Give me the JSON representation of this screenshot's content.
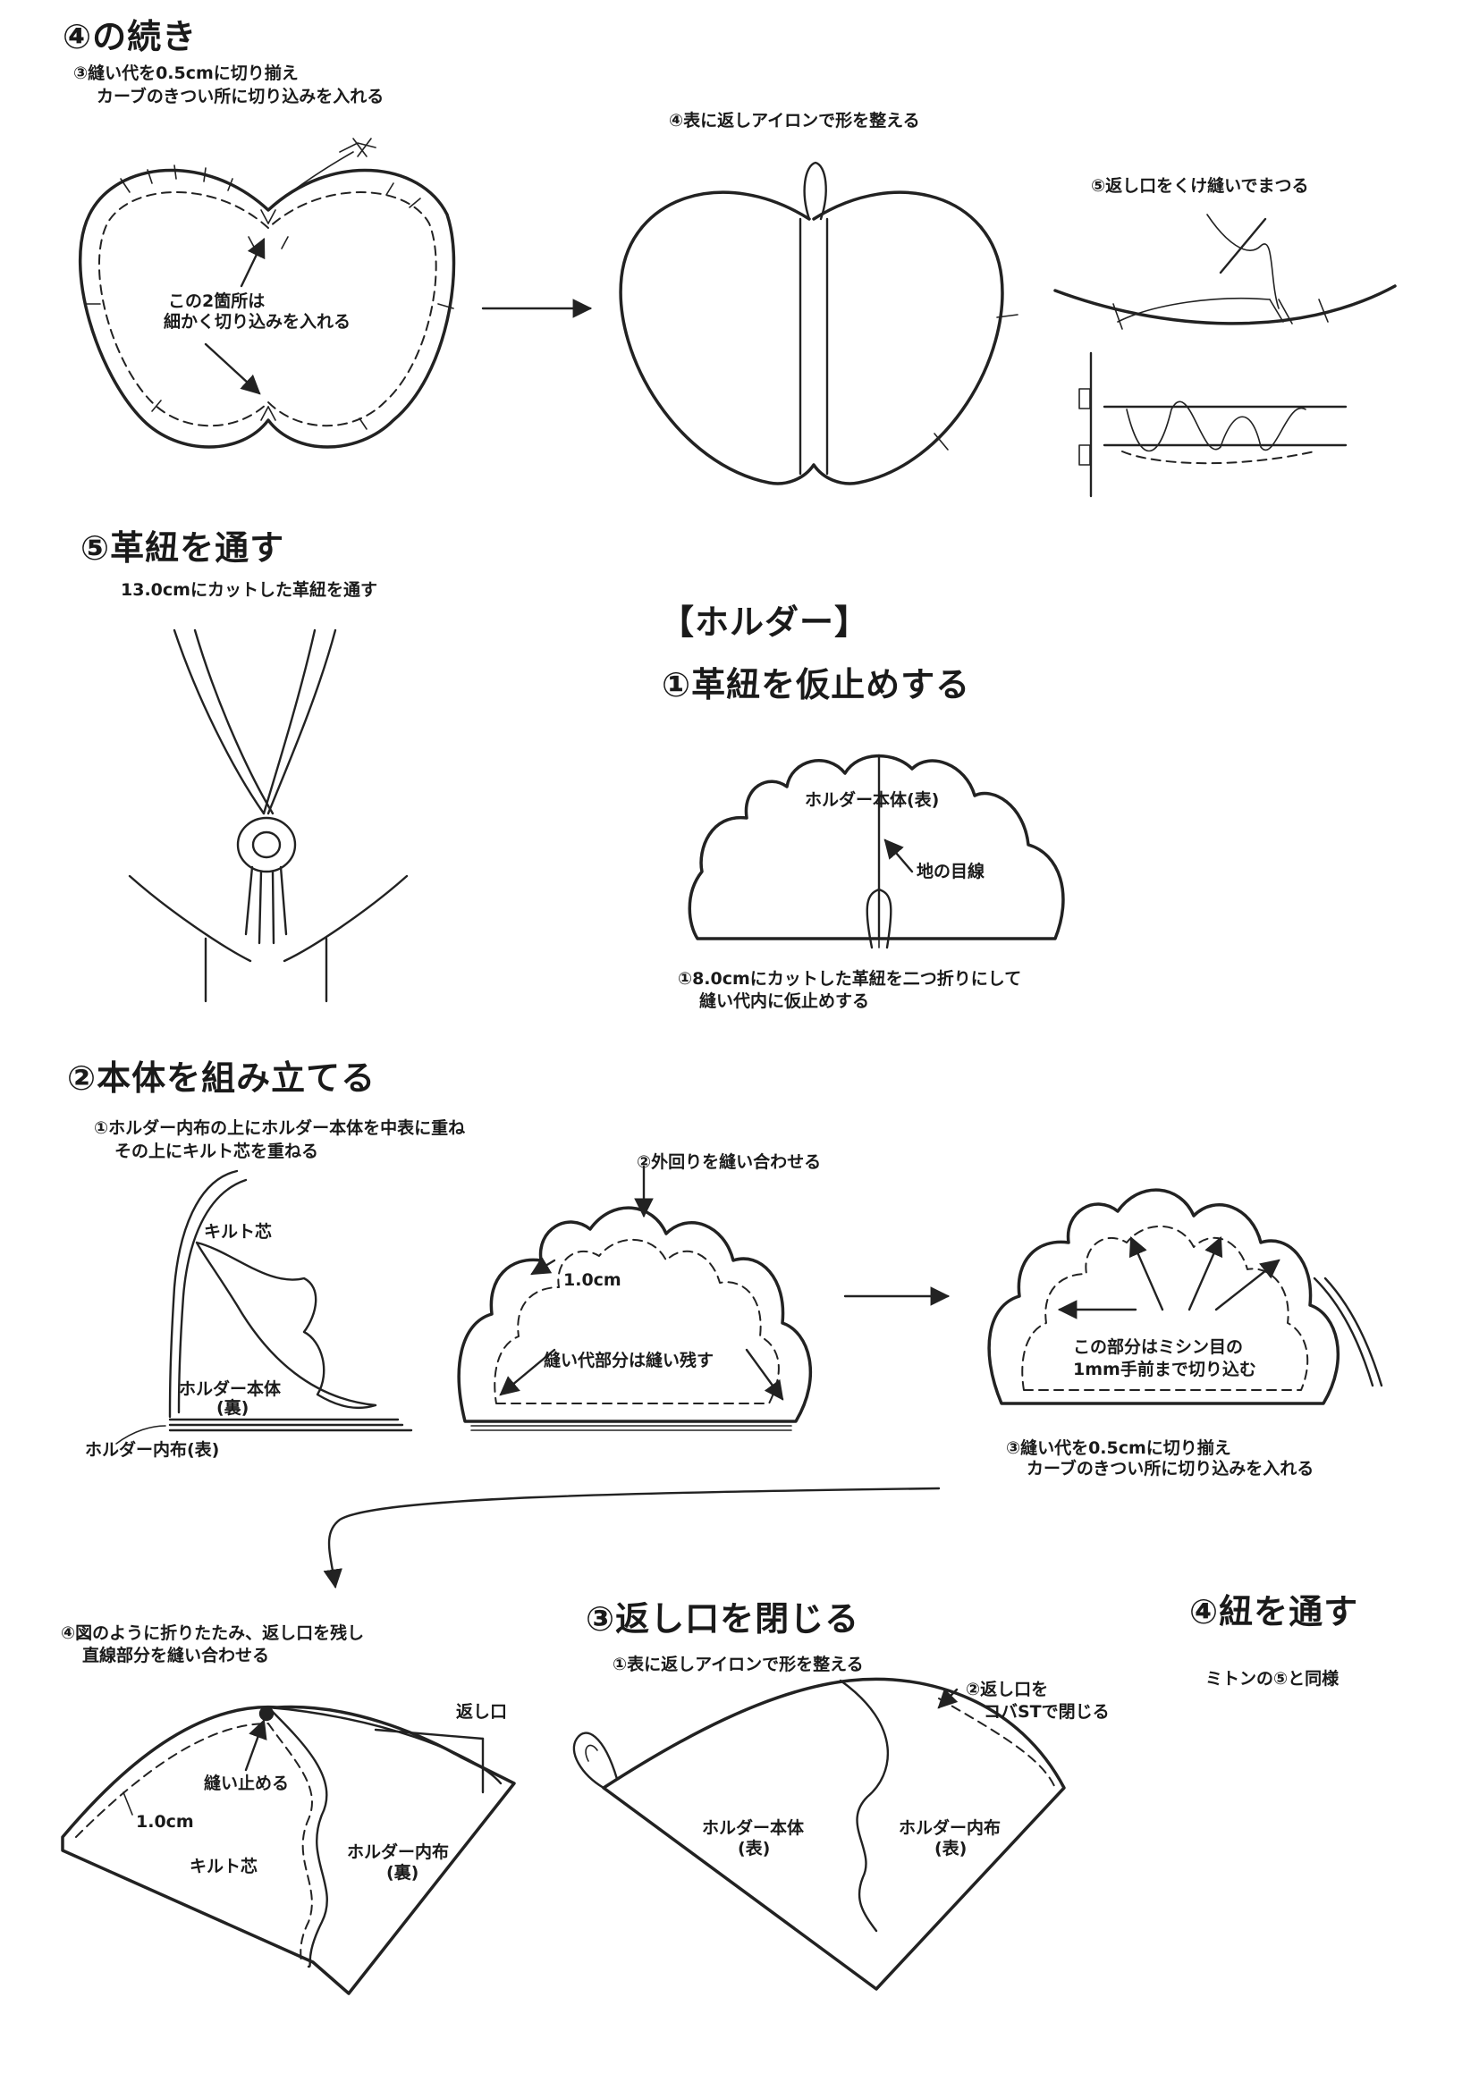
{
  "sections": {
    "s4_cont": {
      "title": "④の続き",
      "step3_line1": "③縫い代を0.5cmに切り揃え",
      "step3_line2": "カーブのきつい所に切り込みを入れる",
      "note_line1": "この2箇所は",
      "note_line2": "細かく切り込みを入れる",
      "step4": "④表に返しアイロンで形を整える",
      "step5": "⑤返し口をくけ縫いでまつる"
    },
    "s5": {
      "title": "⑤革紐を通す",
      "sub": "13.0cmにカットした革紐を通す"
    },
    "holder": {
      "heading": "【ホルダー】",
      "step1_title": "①革紐を仮止めする",
      "label_body": "ホルダー本体(表)",
      "label_grain": "地の目線",
      "step1_note_line1": "①8.0cmにカットした革紐を二つ折りにして",
      "step1_note_line2": "縫い代内に仮止めする"
    },
    "assemble": {
      "title": "②本体を組み立てる",
      "note1_line1": "①ホルダー内布の上にホルダー本体を中表に重ね",
      "note1_line2": "その上にキルト芯を重ねる",
      "label_quilt": "キルト芯",
      "label_body_back": "ホルダー本体",
      "label_body_back2": "(裏)",
      "label_inner_front": "ホルダー内布(表)",
      "note2": "②外回りを縫い合わせる",
      "dim_1cm": "1.0cm",
      "label_leave": "縫い代部分は縫い残す",
      "label_cut_line1": "この部分はミシン目の",
      "label_cut_line2": "1mm手前まで切り込む",
      "note3_line1": "③縫い代を0.5cmに切り揃え",
      "note3_line2": "カーブのきつい所に切り込みを入れる"
    },
    "fold": {
      "note4_line1": "④図のように折りたたみ、返し口を残し",
      "note4_line2": "直線部分を縫い合わせる",
      "label_opening": "返し口",
      "label_stop": "縫い止める",
      "dim_1cm": "1.0cm",
      "label_quilt": "キルト芯",
      "label_inner": "ホルダー内布",
      "label_inner2": "(裏)"
    },
    "close": {
      "title": "③返し口を閉じる",
      "note1": "①表に返しアイロンで形を整える",
      "note2_line1": "②返し口を",
      "note2_line2": "コバSTで閉じる",
      "label_body": "ホルダー本体",
      "label_body2": "(表)",
      "label_inner": "ホルダー内布",
      "label_inner2": "(表)"
    },
    "string": {
      "title": "④紐を通す",
      "note": "ミトンの⑤と同様"
    }
  }
}
